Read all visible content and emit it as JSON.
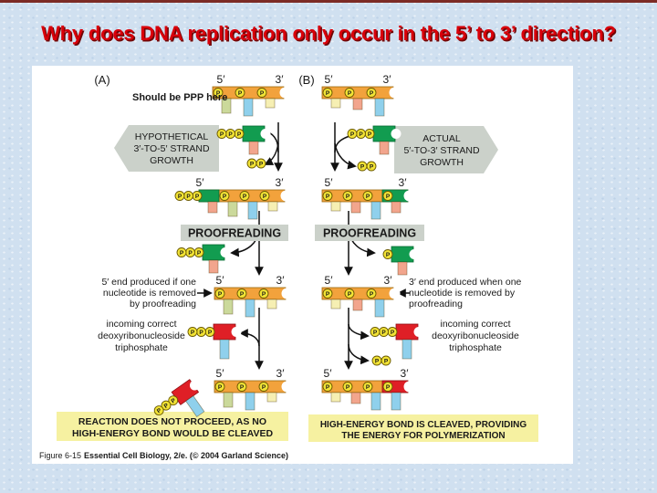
{
  "slide": {
    "title": "Why does DNA replication only occur in the 5’ to 3’ direction?",
    "title_color": "#d8000a",
    "background_color": "#d0e0f0",
    "top_border_color": "#7c2b25"
  },
  "figure": {
    "panel_a_label": "(A)",
    "panel_b_label": "(B)",
    "annotation": "Should be PPP here",
    "five_prime": "5′",
    "three_prime": "3′",
    "phosphate_symbol": "P",
    "hypothetical_label_lines": [
      "HYPOTHETICAL",
      "3′-TO-5′ STRAND",
      "GROWTH"
    ],
    "actual_label_lines": [
      "ACTUAL",
      "5′-TO-3′ STRAND",
      "GROWTH"
    ],
    "proofreading_label": "PROOFREADING",
    "a_result_lines": [
      "5′ end produced if one",
      "nucleotide is removed",
      "by proofreading"
    ],
    "b_result_lines": [
      "3′ end produced when one",
      "nucleotide is removed by",
      "proofreading"
    ],
    "incoming_lines": [
      "incoming correct",
      "deoxyribonucleoside",
      "triphosphate"
    ],
    "a_outcome_lines": [
      "REACTION DOES NOT PROCEED, AS NO",
      "HIGH-ENERGY BOND WOULD BE CLEAVED"
    ],
    "b_outcome_lines": [
      "HIGH-ENERGY BOND IS CLEAVED, PROVIDING",
      "THE ENERGY FOR POLYMERIZATION"
    ],
    "caption": {
      "label": "Figure 6-15",
      "source": "Essential Cell Biology, 2/e. (© 2004 Garland Science)"
    },
    "colors": {
      "strand_orange": "#f2a23c",
      "phosphate_yellow": "#f2e335",
      "base_lightgreen": "#cbd99b",
      "base_blue": "#8fd0ec",
      "base_paleyellow": "#f6efb3",
      "base_pink": "#f2a58d",
      "nucleotide_green": "#129c50",
      "nucleotide_red": "#df1f26",
      "label_box_gray": "#cbd1ca",
      "outcome_box_yellow": "#f6f1a1",
      "annotation_red": "#e01f1f"
    },
    "strands": {
      "a1": {
        "units": [
          {
            "seg": "orange",
            "p": true,
            "base": "lightgreen"
          },
          {
            "seg": "orange",
            "p": true,
            "base": "blue"
          },
          {
            "seg": "orange",
            "p": true,
            "base": "paleyellow"
          }
        ]
      },
      "b1": {
        "units": [
          {
            "seg": "orange",
            "p": true,
            "base": "paleyellow"
          },
          {
            "seg": "orange",
            "p": true,
            "base": "pink"
          },
          {
            "seg": "orange",
            "p": true,
            "base": "blue"
          }
        ]
      },
      "a2": {
        "lead_phosphates": 3,
        "units": [
          {
            "seg": "green",
            "p": false,
            "base": "pink"
          },
          {
            "seg": "orange",
            "p": true,
            "base": "lightgreen"
          },
          {
            "seg": "orange",
            "p": true,
            "base": "blue"
          },
          {
            "seg": "orange",
            "p": true,
            "base": "paleyellow"
          }
        ]
      },
      "b2": {
        "units": [
          {
            "seg": "orange",
            "p": true,
            "base": "paleyellow"
          },
          {
            "seg": "orange",
            "p": true,
            "base": "pink"
          },
          {
            "seg": "orange",
            "p": true,
            "base": "blue"
          },
          {
            "seg": "green",
            "p": true,
            "base": "pink"
          }
        ]
      },
      "a3": {
        "units": [
          {
            "seg": "orange",
            "p": true,
            "base": "lightgreen"
          },
          {
            "seg": "orange",
            "p": true,
            "base": "blue"
          },
          {
            "seg": "orange",
            "p": true,
            "base": "paleyellow"
          }
        ]
      },
      "b3": {
        "units": [
          {
            "seg": "orange",
            "p": true,
            "base": "paleyellow"
          },
          {
            "seg": "orange",
            "p": true,
            "base": "pink"
          },
          {
            "seg": "orange",
            "p": true,
            "base": "blue"
          }
        ]
      },
      "a4": {
        "units": [
          {
            "seg": "orange",
            "p": true,
            "base": "lightgreen"
          },
          {
            "seg": "orange",
            "p": true,
            "base": "blue"
          },
          {
            "seg": "orange",
            "p": true,
            "base": "paleyellow"
          }
        ]
      },
      "b4": {
        "units": [
          {
            "seg": "orange",
            "p": true,
            "base": "paleyellow"
          },
          {
            "seg": "orange",
            "p": true,
            "base": "pink"
          },
          {
            "seg": "orange",
            "p": true,
            "base": "blue"
          },
          {
            "seg": "red",
            "p": true,
            "base": "blue"
          }
        ]
      }
    },
    "nucleotides": {
      "incoming_a": {
        "phosphates": 3,
        "body": "green",
        "base": "pink"
      },
      "incoming_b": {
        "phosphates": 3,
        "body": "green",
        "base": "pink"
      },
      "removed_a": {
        "phosphates": 3,
        "body": "green",
        "base": "pink"
      },
      "removed_b": {
        "phosphates": 1,
        "body": "green",
        "base": "pink"
      },
      "incoming_correct_a": {
        "phosphates": 3,
        "body": "red",
        "base": "blue"
      },
      "incoming_correct_b": {
        "phosphates": 3,
        "body": "red",
        "base": "blue"
      },
      "rejected_a": {
        "phosphates": 3,
        "body": "red",
        "base": "blue"
      }
    },
    "released_pyrophosphates": {
      "pp_a1": 2,
      "pp_b1": 2,
      "pp_b3": 2
    }
  }
}
